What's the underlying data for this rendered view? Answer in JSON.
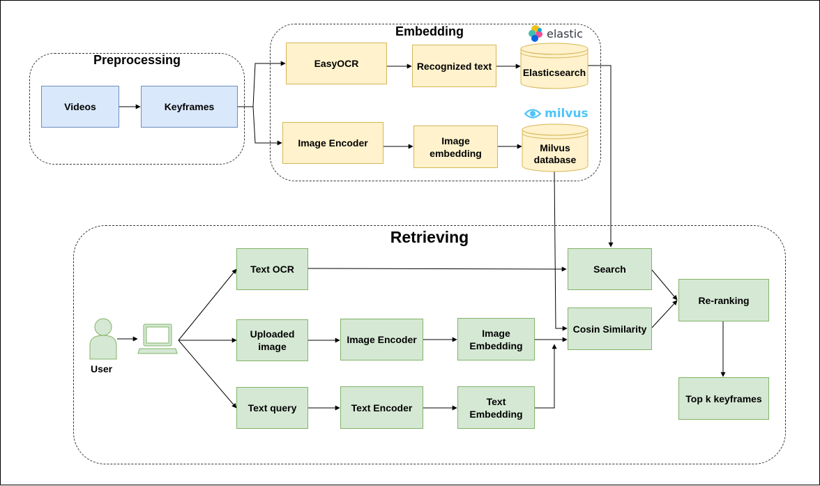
{
  "groups": {
    "preprocessing": "Preprocessing",
    "embedding": "Embedding",
    "retrieving": "Retrieving"
  },
  "preprocessing": {
    "videos": "Videos",
    "keyframes": "Keyframes"
  },
  "embedding": {
    "easyocr": "EasyOCR",
    "recognized_text": "Recognized text",
    "elasticsearch": "Elasticsearch",
    "image_encoder": "Image Encoder",
    "image_embedding": "Image embedding",
    "milvus_db": "Milvus database"
  },
  "logos": {
    "elastic": "elastic",
    "milvus": "milvus"
  },
  "retrieving": {
    "user": "User",
    "text_ocr": "Text OCR",
    "uploaded_image": "Uploaded image",
    "text_query": "Text query",
    "image_encoder": "Image Encoder",
    "text_encoder": "Text Encoder",
    "image_embedding": "Image Embedding",
    "text_embedding": "Text Embedding",
    "search": "Search",
    "cosin_similarity": "Cosin Similarity",
    "reranking": "Re-ranking",
    "top_k": "Top k keyframes"
  },
  "colors": {
    "blue_fill": "#dae8fc",
    "yellow_fill": "#fff2cc",
    "green_fill": "#d5e8d4",
    "milvus_brand": "#4fc4f9"
  },
  "icons": [
    "user-icon",
    "laptop-icon",
    "elastic-logo-icon",
    "milvus-logo-icon"
  ]
}
